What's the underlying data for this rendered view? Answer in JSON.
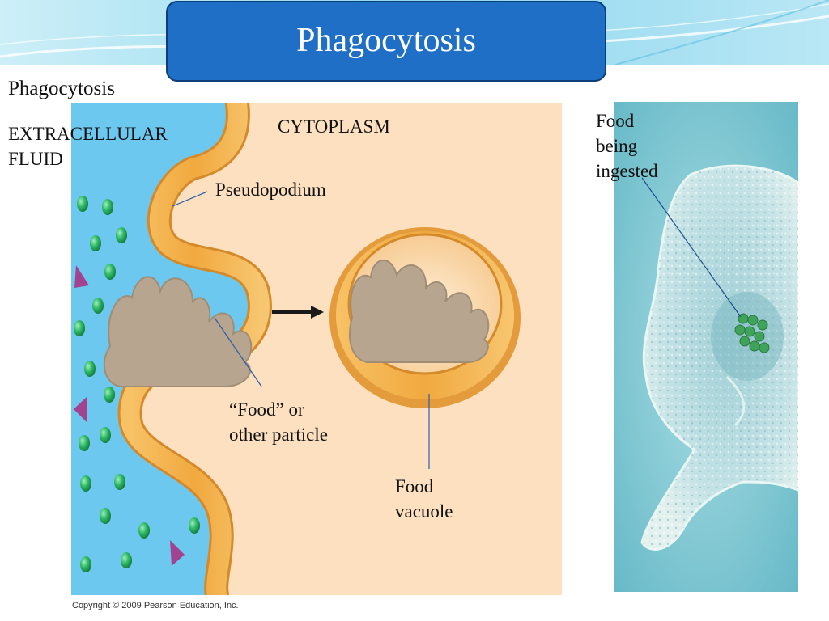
{
  "slide": {
    "title": "Phagocytosis",
    "heading": "Phagocytosis",
    "copyright": "Copyright © 2009 Pearson Education, Inc."
  },
  "diagram": {
    "extracellular_label": [
      "EXTRACELLULAR",
      "FLUID"
    ],
    "cytoplasm_label": "CYTOPLASM",
    "pseudopodium_label": "Pseudopodium",
    "food_particle_label": [
      "“Food” or",
      "other particle"
    ],
    "food_vacuole_label": [
      "Food",
      "vacuole"
    ]
  },
  "micrograph": {
    "caption": [
      "Food",
      "being",
      "ingested"
    ]
  },
  "colors": {
    "title_box": "#1f6fc6",
    "extracellular": "#6cc8ef",
    "cytoplasm": "#fde0bf",
    "membrane": "#f4b24e",
    "food": "#b7a590",
    "green_particle": "#23a85a",
    "purple_particle": "#a2438f"
  }
}
